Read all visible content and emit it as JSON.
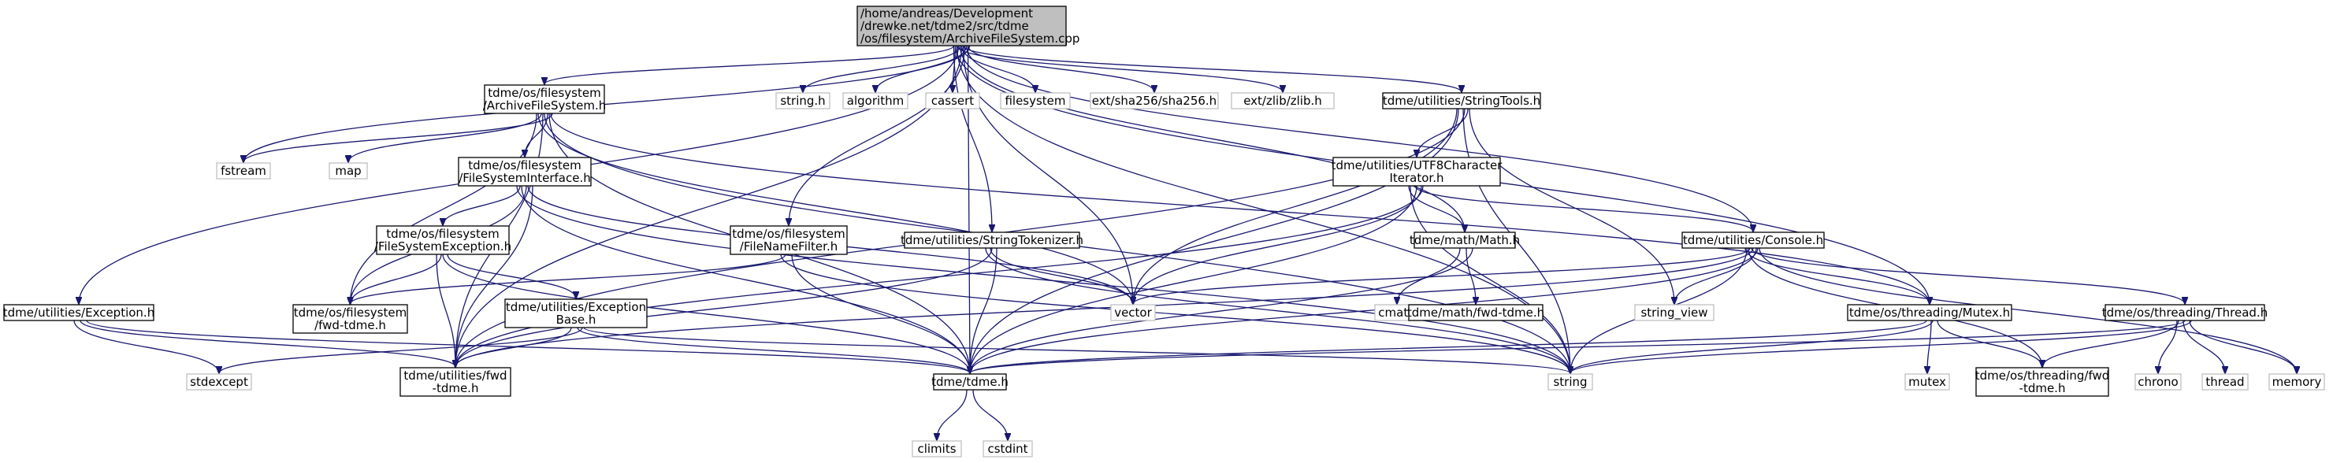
{
  "diagram": {
    "nodes": [
      {
        "id": "root",
        "label": [
          "/home/andreas/Development",
          "/drewke.net/tdme2/src/tdme",
          "/os/filesystem/ArchiveFileSystem.cpp"
        ],
        "kind": "root"
      },
      {
        "id": "afs_h",
        "label": [
          "tdme/os/filesystem",
          "/ArchiveFileSystem.h"
        ],
        "kind": "project"
      },
      {
        "id": "string_h",
        "label": [
          "string.h"
        ],
        "kind": "system"
      },
      {
        "id": "algorithm",
        "label": [
          "algorithm"
        ],
        "kind": "system"
      },
      {
        "id": "cassert",
        "label": [
          "cassert"
        ],
        "kind": "system"
      },
      {
        "id": "filesystem",
        "label": [
          "filesystem"
        ],
        "kind": "system"
      },
      {
        "id": "sha256",
        "label": [
          "ext/sha256/sha256.h"
        ],
        "kind": "system"
      },
      {
        "id": "zlib",
        "label": [
          "ext/zlib/zlib.h"
        ],
        "kind": "system"
      },
      {
        "id": "stringtools",
        "label": [
          "tdme/utilities/StringTools.h"
        ],
        "kind": "project"
      },
      {
        "id": "fstream",
        "label": [
          "fstream"
        ],
        "kind": "system"
      },
      {
        "id": "map",
        "label": [
          "map"
        ],
        "kind": "system"
      },
      {
        "id": "fsi",
        "label": [
          "tdme/os/filesystem",
          "/FileSystemInterface.h"
        ],
        "kind": "project"
      },
      {
        "id": "utf8",
        "label": [
          "tdme/utilities/UTF8Character",
          "Iterator.h"
        ],
        "kind": "project"
      },
      {
        "id": "fse",
        "label": [
          "tdme/os/filesystem",
          "/FileSystemException.h"
        ],
        "kind": "project"
      },
      {
        "id": "fnf",
        "label": [
          "tdme/os/filesystem",
          "/FileNameFilter.h"
        ],
        "kind": "project"
      },
      {
        "id": "tokenizer",
        "label": [
          "tdme/utilities/StringTokenizer.h"
        ],
        "kind": "project"
      },
      {
        "id": "math",
        "label": [
          "tdme/math/Math.h"
        ],
        "kind": "project"
      },
      {
        "id": "console",
        "label": [
          "tdme/utilities/Console.h"
        ],
        "kind": "project"
      },
      {
        "id": "exception",
        "label": [
          "tdme/utilities/Exception.h"
        ],
        "kind": "project"
      },
      {
        "id": "fs_fwd",
        "label": [
          "tdme/os/filesystem",
          "/fwd-tdme.h"
        ],
        "kind": "project"
      },
      {
        "id": "excbase",
        "label": [
          "tdme/utilities/Exception",
          "Base.h"
        ],
        "kind": "project"
      },
      {
        "id": "vector",
        "label": [
          "vector"
        ],
        "kind": "system"
      },
      {
        "id": "cmath",
        "label": [
          "cmath"
        ],
        "kind": "system"
      },
      {
        "id": "math_fwd",
        "label": [
          "tdme/math/fwd-tdme.h"
        ],
        "kind": "project"
      },
      {
        "id": "string_view",
        "label": [
          "string_view"
        ],
        "kind": "system"
      },
      {
        "id": "mutex_h",
        "label": [
          "tdme/os/threading/Mutex.h"
        ],
        "kind": "project"
      },
      {
        "id": "thread_h",
        "label": [
          "tdme/os/threading/Thread.h"
        ],
        "kind": "project"
      },
      {
        "id": "stdexcept",
        "label": [
          "stdexcept"
        ],
        "kind": "system"
      },
      {
        "id": "util_fwd",
        "label": [
          "tdme/utilities/fwd",
          "-tdme.h"
        ],
        "kind": "project"
      },
      {
        "id": "tdme_h",
        "label": [
          "tdme/tdme.h"
        ],
        "kind": "project"
      },
      {
        "id": "string",
        "label": [
          "string"
        ],
        "kind": "system"
      },
      {
        "id": "mutex",
        "label": [
          "mutex"
        ],
        "kind": "system"
      },
      {
        "id": "thr_fwd",
        "label": [
          "tdme/os/threading/fwd",
          "-tdme.h"
        ],
        "kind": "project"
      },
      {
        "id": "chrono",
        "label": [
          "chrono"
        ],
        "kind": "system"
      },
      {
        "id": "thread",
        "label": [
          "thread"
        ],
        "kind": "system"
      },
      {
        "id": "memory",
        "label": [
          "memory"
        ],
        "kind": "system"
      },
      {
        "id": "climits",
        "label": [
          "climits"
        ],
        "kind": "system"
      },
      {
        "id": "cstdint",
        "label": [
          "cstdint"
        ],
        "kind": "system"
      }
    ],
    "edges": [
      [
        "root",
        "afs_h"
      ],
      [
        "root",
        "string_h"
      ],
      [
        "root",
        "algorithm"
      ],
      [
        "root",
        "cassert"
      ],
      [
        "root",
        "filesystem"
      ],
      [
        "root",
        "sha256"
      ],
      [
        "root",
        "zlib"
      ],
      [
        "root",
        "stringtools"
      ],
      [
        "root",
        "fstream"
      ],
      [
        "root",
        "exception"
      ],
      [
        "root",
        "fnf"
      ],
      [
        "root",
        "tokenizer"
      ],
      [
        "root",
        "math"
      ],
      [
        "root",
        "console"
      ],
      [
        "root",
        "mutex_h"
      ],
      [
        "root",
        "util_fwd"
      ],
      [
        "root",
        "tdme_h"
      ],
      [
        "root",
        "string"
      ],
      [
        "root",
        "vector"
      ],
      [
        "afs_h",
        "fstream"
      ],
      [
        "afs_h",
        "map"
      ],
      [
        "afs_h",
        "fsi"
      ],
      [
        "afs_h",
        "fs_fwd"
      ],
      [
        "afs_h",
        "util_fwd"
      ],
      [
        "afs_h",
        "tdme_h"
      ],
      [
        "afs_h",
        "vector"
      ],
      [
        "afs_h",
        "string"
      ],
      [
        "afs_h",
        "mutex_h"
      ],
      [
        "fsi",
        "fse"
      ],
      [
        "fsi",
        "fs_fwd"
      ],
      [
        "fsi",
        "util_fwd"
      ],
      [
        "fsi",
        "tdme_h"
      ],
      [
        "fsi",
        "vector"
      ],
      [
        "fsi",
        "string"
      ],
      [
        "fse",
        "fs_fwd"
      ],
      [
        "fse",
        "excbase"
      ],
      [
        "fse",
        "util_fwd"
      ],
      [
        "fse",
        "tdme_h"
      ],
      [
        "excbase",
        "stdexcept"
      ],
      [
        "excbase",
        "util_fwd"
      ],
      [
        "excbase",
        "tdme_h"
      ],
      [
        "excbase",
        "string"
      ],
      [
        "fnf",
        "fs_fwd"
      ],
      [
        "fnf",
        "tdme_h"
      ],
      [
        "fnf",
        "string"
      ],
      [
        "tokenizer",
        "vector"
      ],
      [
        "tokenizer",
        "tdme_h"
      ],
      [
        "tokenizer",
        "string"
      ],
      [
        "tokenizer",
        "util_fwd"
      ],
      [
        "stringtools",
        "utf8"
      ],
      [
        "stringtools",
        "vector"
      ],
      [
        "stringtools",
        "string"
      ],
      [
        "stringtools",
        "string_view"
      ],
      [
        "stringtools",
        "tdme_h"
      ],
      [
        "stringtools",
        "util_fwd"
      ],
      [
        "utf8",
        "math"
      ],
      [
        "utf8",
        "console"
      ],
      [
        "utf8",
        "vector"
      ],
      [
        "utf8",
        "string"
      ],
      [
        "utf8",
        "tdme_h"
      ],
      [
        "utf8",
        "util_fwd"
      ],
      [
        "math",
        "cmath"
      ],
      [
        "math",
        "math_fwd"
      ],
      [
        "math",
        "tdme_h"
      ],
      [
        "console",
        "vector"
      ],
      [
        "console",
        "string_view"
      ],
      [
        "console",
        "mutex_h"
      ],
      [
        "console",
        "thread_h"
      ],
      [
        "console",
        "tdme_h"
      ],
      [
        "console",
        "string"
      ],
      [
        "console",
        "util_fwd"
      ],
      [
        "console",
        "memory"
      ],
      [
        "console",
        "thr_fwd"
      ],
      [
        "mutex_h",
        "mutex"
      ],
      [
        "mutex_h",
        "thr_fwd"
      ],
      [
        "mutex_h",
        "tdme_h"
      ],
      [
        "mutex_h",
        "string"
      ],
      [
        "thread_h",
        "chrono"
      ],
      [
        "thread_h",
        "thread"
      ],
      [
        "thread_h",
        "memory"
      ],
      [
        "thread_h",
        "thr_fwd"
      ],
      [
        "thread_h",
        "tdme_h"
      ],
      [
        "thread_h",
        "string"
      ],
      [
        "exception",
        "stdexcept"
      ],
      [
        "exception",
        "util_fwd"
      ],
      [
        "exception",
        "tdme_h"
      ],
      [
        "tdme_h",
        "climits"
      ],
      [
        "tdme_h",
        "cstdint"
      ]
    ]
  }
}
